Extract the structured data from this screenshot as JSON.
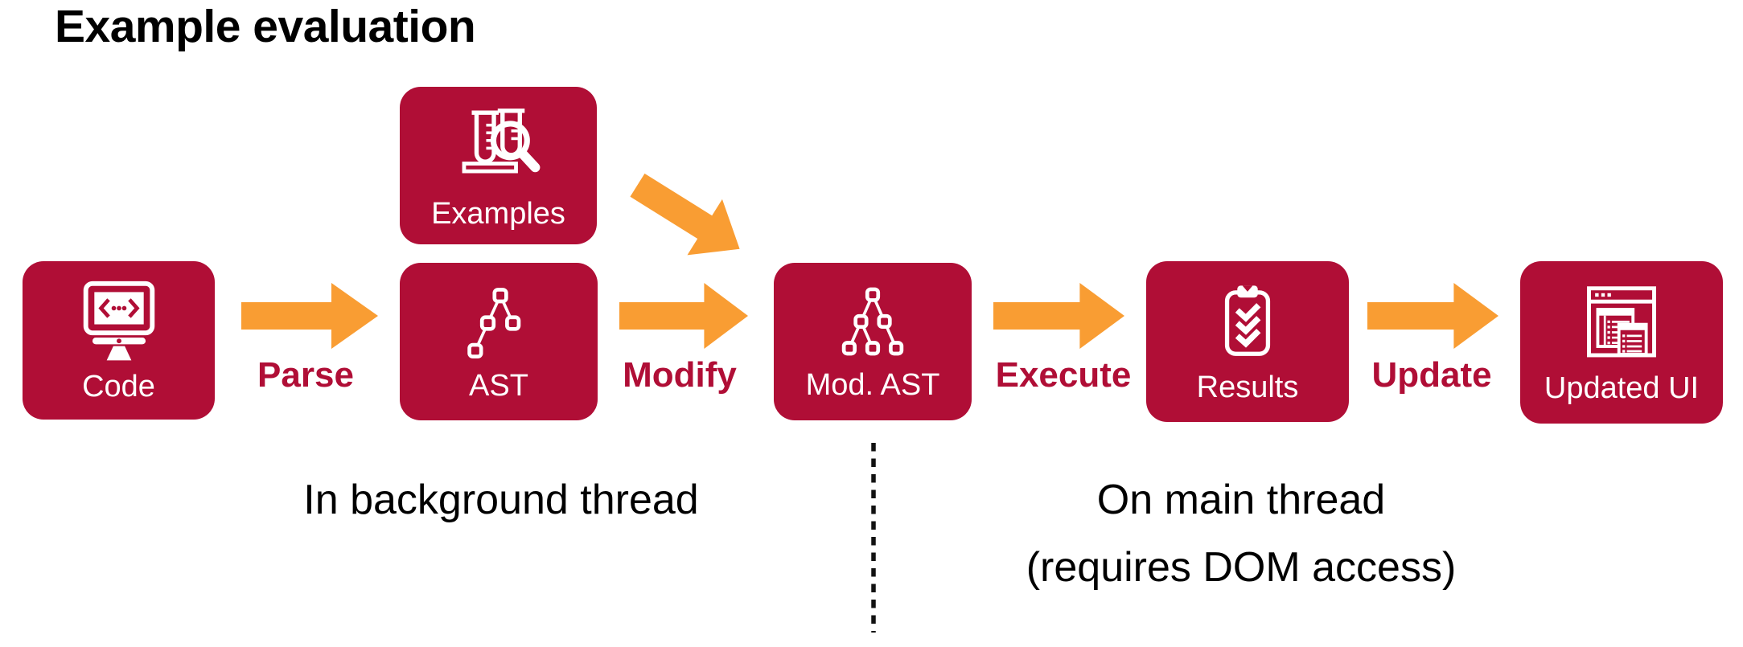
{
  "title": "Example evaluation",
  "colors": {
    "crimson": "#B00E36",
    "orange": "#F99D33",
    "text": "#000000",
    "box_label": "#FFFFFF"
  },
  "nodes": {
    "code": {
      "label": "Code"
    },
    "examples": {
      "label": "Examples"
    },
    "ast": {
      "label": "AST"
    },
    "mod_ast": {
      "label": "Mod. AST"
    },
    "results": {
      "label": "Results"
    },
    "updated_ui": {
      "label": "Updated UI"
    }
  },
  "arrows": {
    "parse": {
      "label": "Parse"
    },
    "modify": {
      "label": "Modify"
    },
    "execute": {
      "label": "Execute"
    },
    "update": {
      "label": "Update"
    }
  },
  "sections": {
    "background_thread": {
      "label": "In background thread"
    },
    "main_thread": {
      "label_line1": "On main thread",
      "label_line2": "(requires DOM access)"
    }
  }
}
